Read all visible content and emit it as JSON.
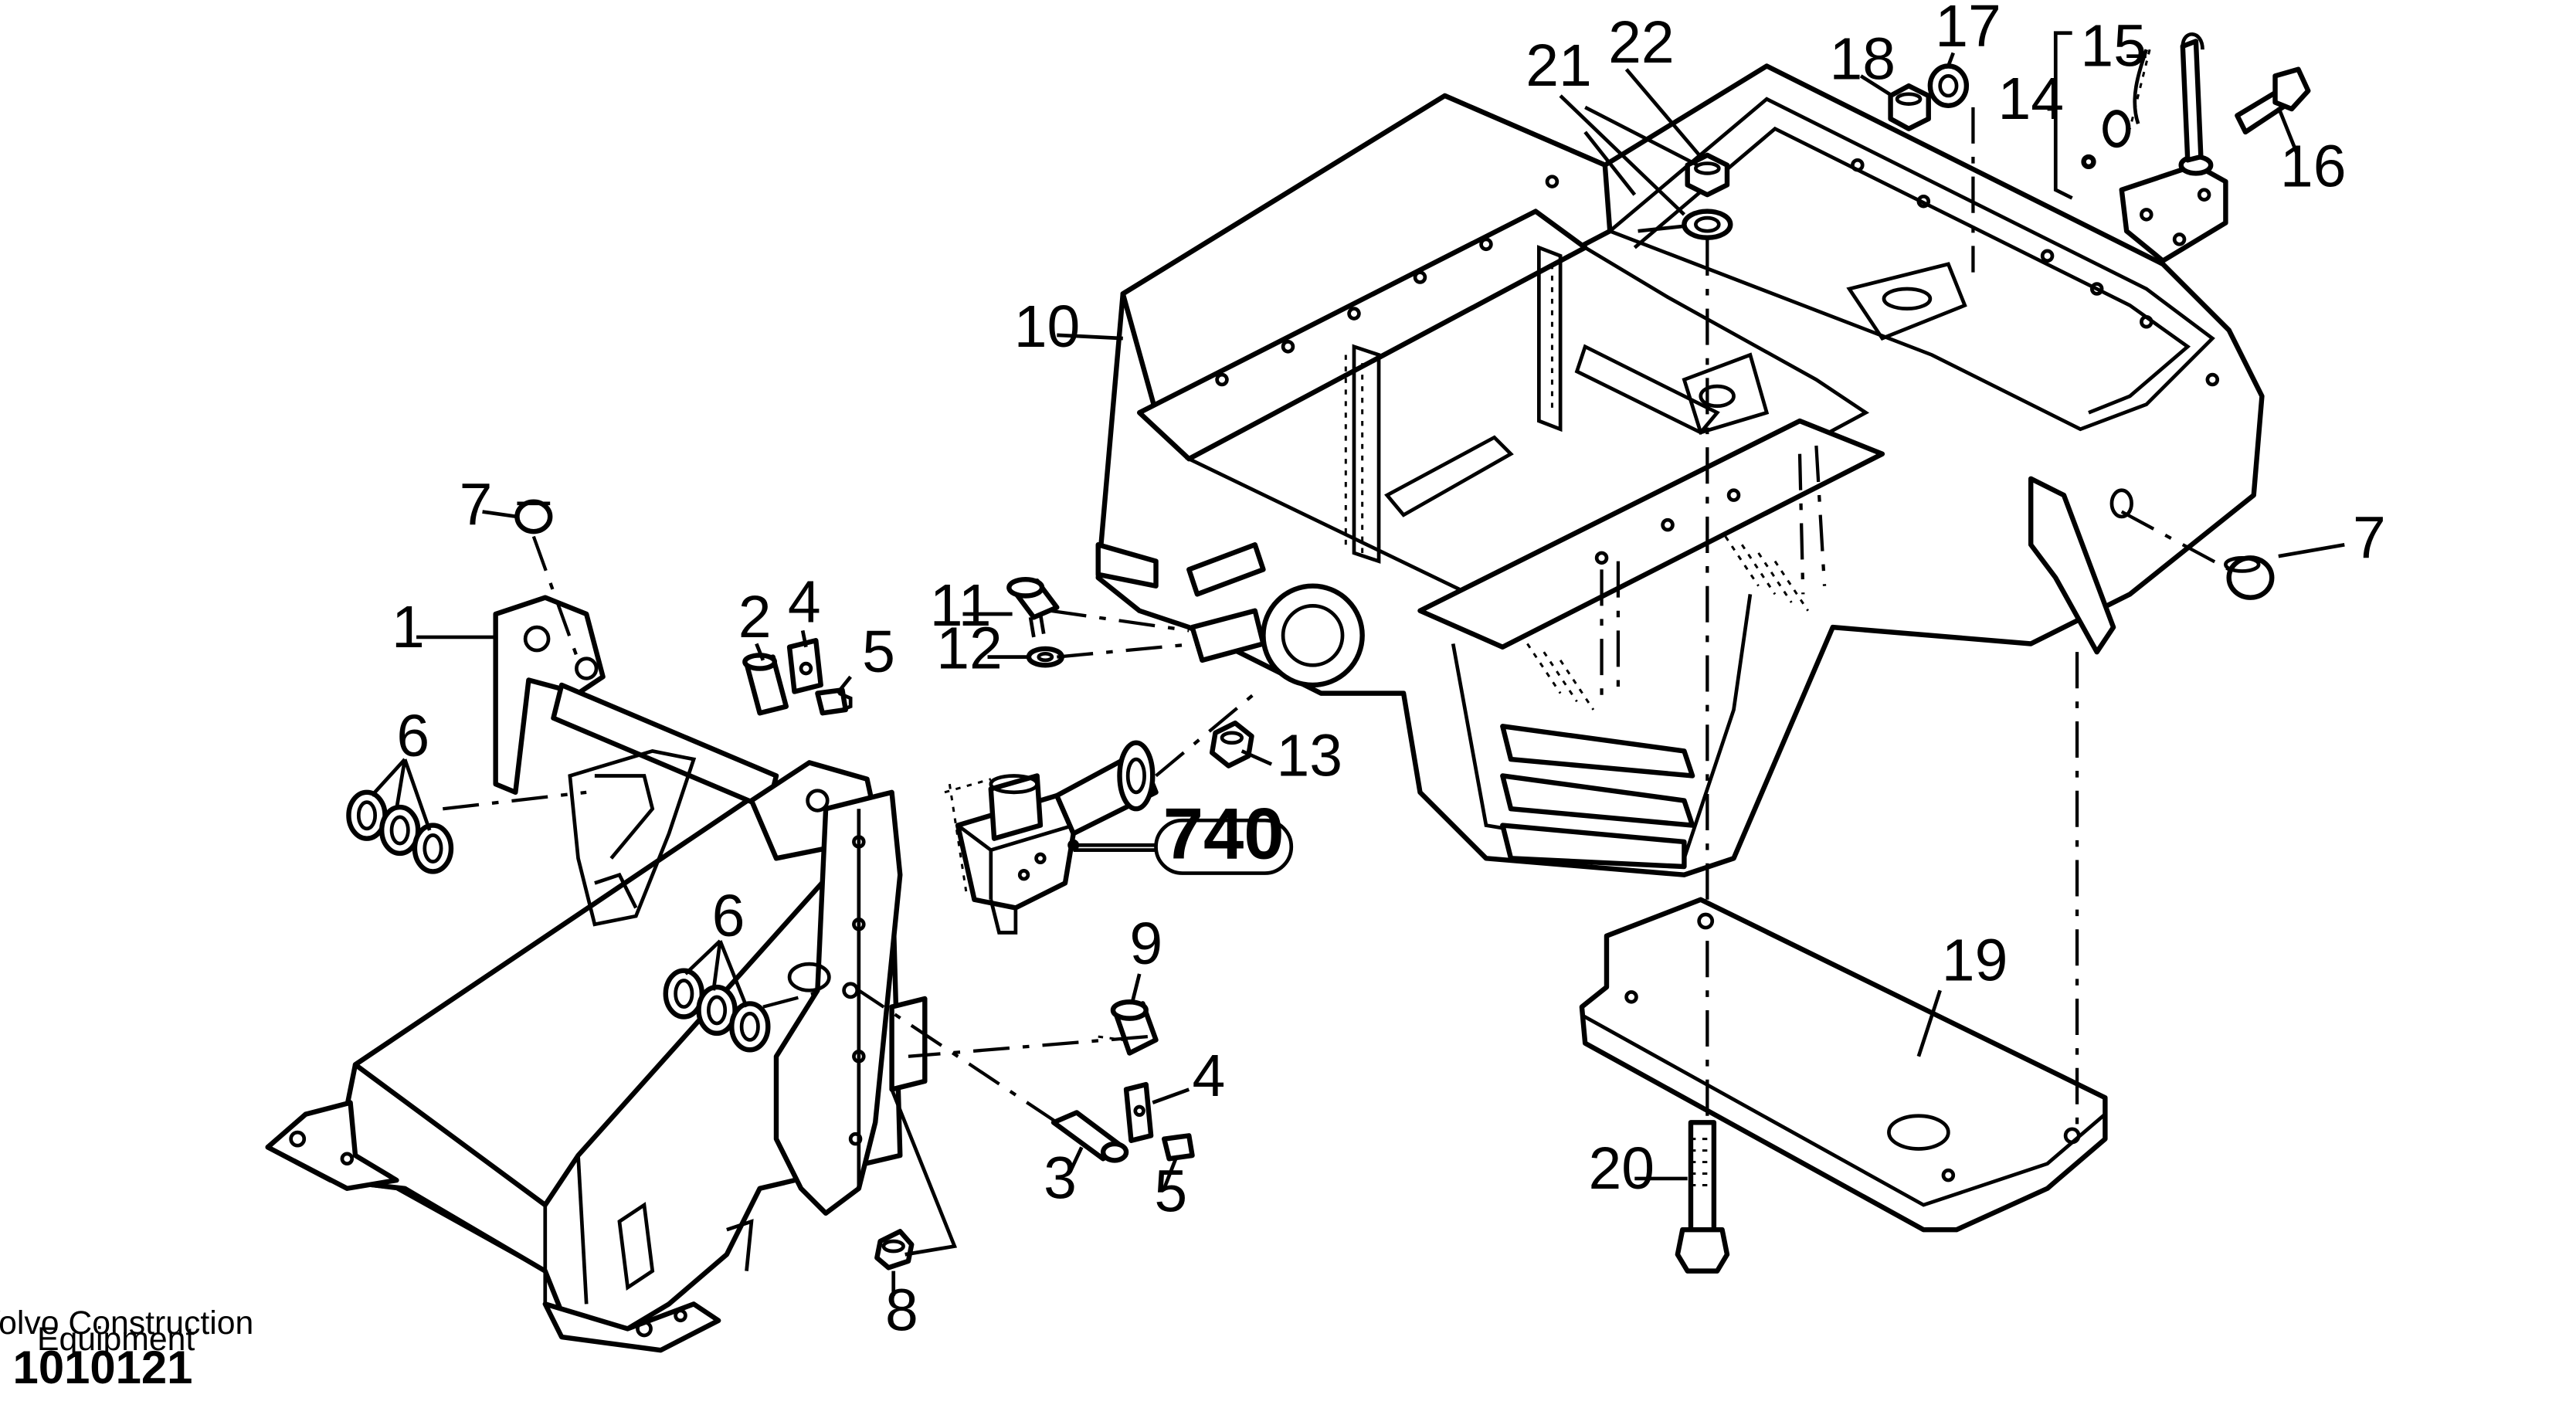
{
  "callouts": {
    "c1": "1",
    "c2": "2",
    "c3": "3",
    "c4a": "4",
    "c4b": "4",
    "c5a": "5",
    "c5b": "5",
    "c6a": "6",
    "c6b": "6",
    "c7a": "7",
    "c7b": "7",
    "c8": "8",
    "c9": "9",
    "c10": "10",
    "c11": "11",
    "c12": "12",
    "c13": "13",
    "c14": "14",
    "c15": "15",
    "c16": "16",
    "c17": "17",
    "c18": "18",
    "c19": "19",
    "c20": "20",
    "c21": "21",
    "c22": "22"
  },
  "reference": {
    "label": "740"
  },
  "footer": {
    "brand_line1": "Volvo Construction",
    "brand_line2": "Equipment",
    "drawing_number": "1010121"
  }
}
